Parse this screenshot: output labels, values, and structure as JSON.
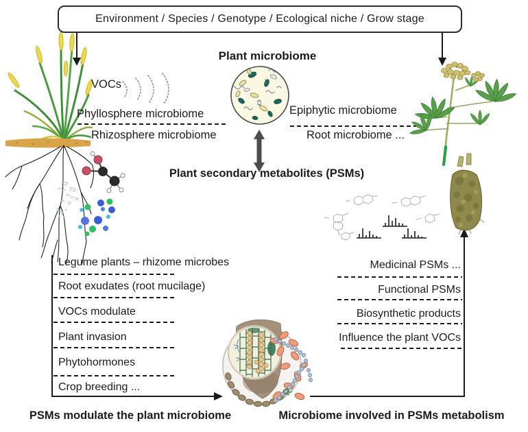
{
  "figure": {
    "top_box": "Environment / Species / Genotype / Ecological niche / Grow stage",
    "plant_microbiome_title": "Plant microbiome",
    "psms_title": "Plant secondary metabolites (PSMs)",
    "vocs_label": "VOCs",
    "phyllosphere_label": "Phyllosphere microbiome",
    "rhizosphere_label": "Rhizosphere microbiome",
    "epiphytic_label": "Epiphytic microbiome",
    "root_label": "Root microbiome ...",
    "left_list": [
      "Legume plants – rhizome microbes",
      "Root exudates (root mucilage)",
      "VOCs modulate",
      "Plant invasion",
      "Phytohormones",
      "Crop breeding ..."
    ],
    "right_list": [
      "Medicinal PSMs ...",
      "Functional PSMs",
      "Biosynthetic products",
      "Influence the plant VOCs"
    ],
    "bottom_left_caption": "PSMs modulate the plant microbiome",
    "bottom_right_caption": "Microbiome involved in PSMs metabolism"
  },
  "illustrations": {
    "left_plant": "grass plant with root system",
    "right_plant": "flowering medicinal plant with rhizome",
    "microbiome_circle": "circle of diverse microbes",
    "root_cross_section": "root cross-section with microbial community",
    "voc_waves": "VOC emission waves",
    "molecule": "ball-and-stick molecule",
    "metabolite_dots": "metabolite dot cluster",
    "chemical_structures": "chemical structures and mass spectra"
  },
  "colors": {
    "line_black": "#1a1a1a",
    "arrow_gray": "#4d4d4d",
    "microbe_teal": "#17685a",
    "microbe_yellow": "#ece5a8",
    "salmon_microbe": "#ec9d80",
    "cocci_blue": "#b5c5d4",
    "root_brown": "#a5907b",
    "soil_brown": "#d8a44a",
    "leaf_green": "#5aa04a",
    "spike_yellow": "#ecd94e",
    "dot_blue": "#3b5ed6",
    "dot_green": "#2fbf5f",
    "dot_cyan": "#3ec0de",
    "tuber_olive": "#8f8a4c"
  }
}
